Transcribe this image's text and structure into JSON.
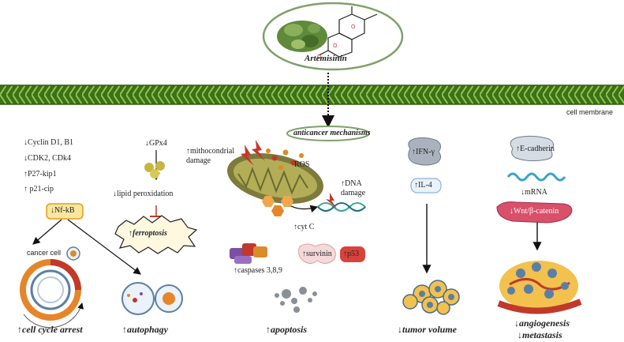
{
  "title": "Artemisinin",
  "membrane_label": "cell membrane",
  "hub_label": "anticancer mechanisms",
  "cell_cycle": {
    "markers": [
      "↓Cyclin D1, B1",
      "↓CDK2, CDk4",
      "↑P27-kip1",
      "↑ p21-cip"
    ],
    "nfkb": "↓Nf-kB",
    "cancer_cell": "cancer cell",
    "outcome": "↑cell cycle arrest"
  },
  "autophagy": {
    "outcome": "↑autophagy"
  },
  "ferroptosis": {
    "gpx4": "↓GPx4",
    "lipid": "↓lipid peroxidation",
    "label": "↑ferroptosis"
  },
  "apoptosis": {
    "mito": "↑mithocondrial damage",
    "ros": "ROS",
    "dna": "↑DNA damage",
    "cytc": "↑cyt C",
    "caspases": "↑caspases 3,8,9",
    "survinin": "↑survinin",
    "p53": "↑p53",
    "outcome": "↑apoptosis"
  },
  "tumor": {
    "ifn": "↑IFN-γ",
    "il4": "↑IL-4",
    "outcome": "↓tumor volume"
  },
  "metastasis": {
    "ecad": "↑E-cadherin",
    "mrna": "↓mRNA",
    "wnt": "↓Wnt/β-catenin",
    "outcome1": "↓angiogenesis",
    "outcome2": "↓metastasis"
  }
}
